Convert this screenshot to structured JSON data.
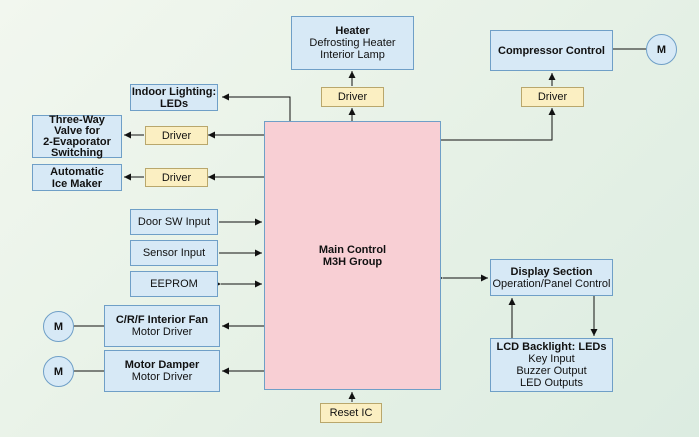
{
  "heater": {
    "title": "Heater",
    "line1": "Defrosting Heater",
    "line2": "Interior Lamp"
  },
  "compressor": {
    "title": "Compressor Control"
  },
  "indoor_lighting": {
    "line1": "Indoor Lighting:",
    "line2": "LEDs"
  },
  "three_way_valve": {
    "line1": "Three-Way",
    "line2": "Valve for",
    "line3": "2-Evaporator",
    "line4": "Switching"
  },
  "ice_maker": {
    "line1": "Automatic",
    "line2": "Ice Maker"
  },
  "drivers": {
    "heater": "Driver",
    "compressor": "Driver",
    "valve": "Driver",
    "ice_maker": "Driver"
  },
  "inputs": {
    "door_sw": "Door SW Input",
    "sensor": "Sensor Input",
    "eeprom": "EEPROM"
  },
  "interior_fan": {
    "title": "C/R/F Interior Fan",
    "subtitle": "Motor Driver"
  },
  "motor_damper": {
    "title": "Motor Damper",
    "subtitle": "Motor Driver"
  },
  "main_control": {
    "line1": "Main Control",
    "line2": "M3H Group"
  },
  "display_section": {
    "title": "Display Section",
    "subtitle": "Operation/Panel Control"
  },
  "lcd_backlight": {
    "title": "LCD Backlight: LEDs",
    "line1": "Key Input",
    "line2": "Buzzer Output",
    "line3": "LED Outputs"
  },
  "reset_ic": "Reset IC",
  "motor_label": "M",
  "colors": {
    "box_fill": "#d7e9f6",
    "box_border": "#6f9fc7",
    "driver_fill": "#fbefc2",
    "main_fill": "#f8cfd4",
    "wire": "#111111"
  }
}
